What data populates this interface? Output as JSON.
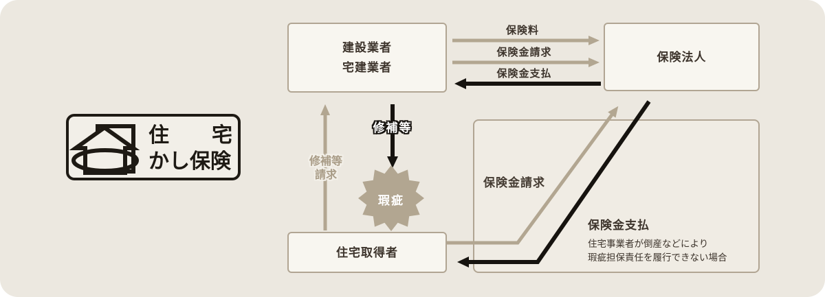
{
  "logo": {
    "line1_chars": [
      "住",
      "宅"
    ],
    "line2": "かし保険"
  },
  "boxes": {
    "builder": {
      "line1": "建設業者",
      "line2": "宅建業者"
    },
    "insurer": {
      "label": "保険法人"
    },
    "buyer": {
      "label": "住宅取得者"
    }
  },
  "arrows": {
    "premium": {
      "label": "保険料"
    },
    "claim_top": {
      "label": "保険金請求"
    },
    "payment_top": {
      "label": "保険金支払"
    },
    "repair": {
      "label": "修補等"
    },
    "repair_request": {
      "line1": "修補等",
      "line2": "請求"
    },
    "claim_diag": {
      "label": "保険金請求"
    },
    "payment_diag": {
      "label": "保険金支払",
      "note_line1": "住宅事業者が倒産などにより",
      "note_line2": "瑕疵担保責任を履行できない場合"
    }
  },
  "defect": {
    "label": "瑕疵"
  },
  "colors": {
    "card_bg": "#ece8e0",
    "box_bg": "#f8f6f0",
    "box_border": "#b1a593",
    "big_box_bg": "#f0ece4",
    "tan": "#b2a691",
    "black": "#16130f",
    "text_dark": "#3d342c",
    "logo_ink": "#1e1a14"
  }
}
